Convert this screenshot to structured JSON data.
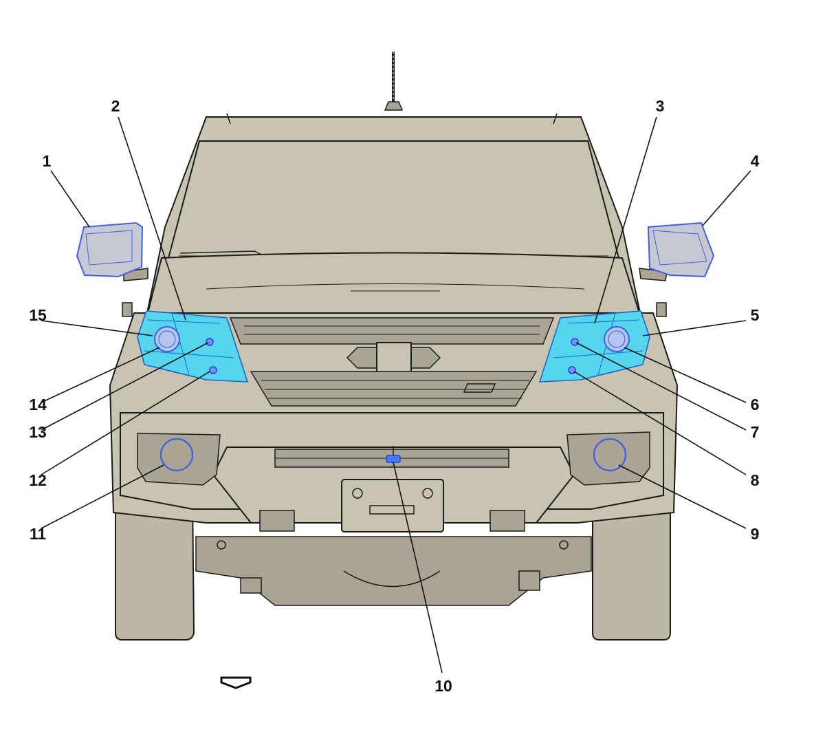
{
  "diagram": {
    "callouts": [
      "1",
      "2",
      "3",
      "4",
      "5",
      "6",
      "7",
      "8",
      "9",
      "10",
      "11",
      "12",
      "13",
      "14",
      "15"
    ]
  },
  "colors": {
    "body": "#c9c4b1",
    "highlight_lamp": "#55d6ee",
    "highlight_outline": "#3d5ee6",
    "line": "#1a1a1a"
  },
  "icons": {
    "view_direction": "arrow-down-icon"
  }
}
